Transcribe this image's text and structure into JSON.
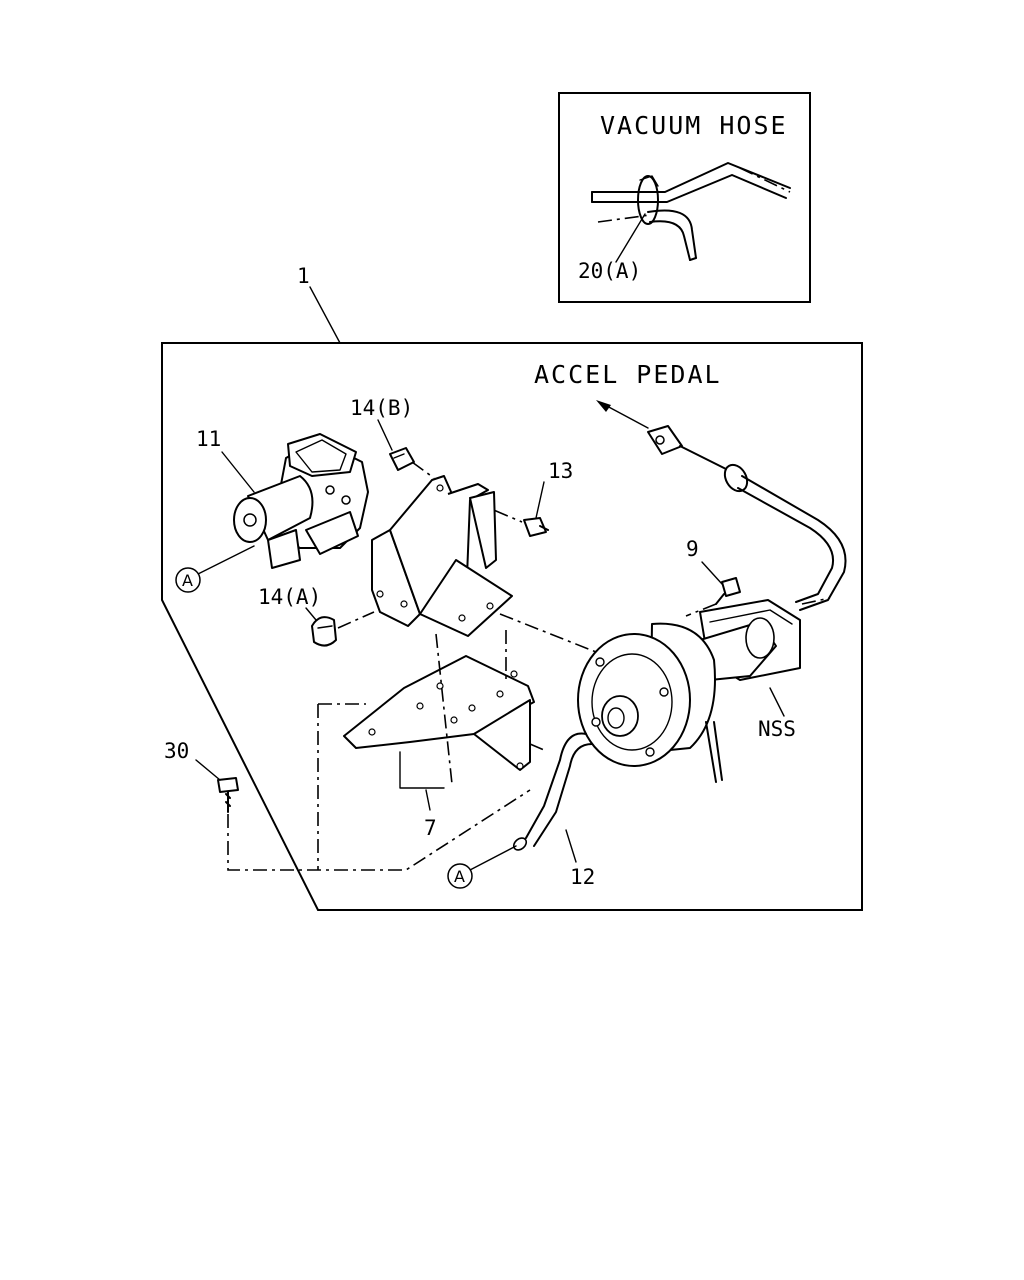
{
  "inset": {
    "title": "VACUUM HOSE",
    "callout": "20(A)"
  },
  "main": {
    "assembly_callout": "1",
    "accel_label": "ACCEL PEDAL",
    "nss_label": "NSS",
    "connector_letter": "A",
    "callouts": {
      "p11": "11",
      "p14b": "14(B)",
      "p13": "13",
      "p9": "9",
      "p14a": "14(A)",
      "p30": "30",
      "p7": "7",
      "p12": "12"
    }
  }
}
